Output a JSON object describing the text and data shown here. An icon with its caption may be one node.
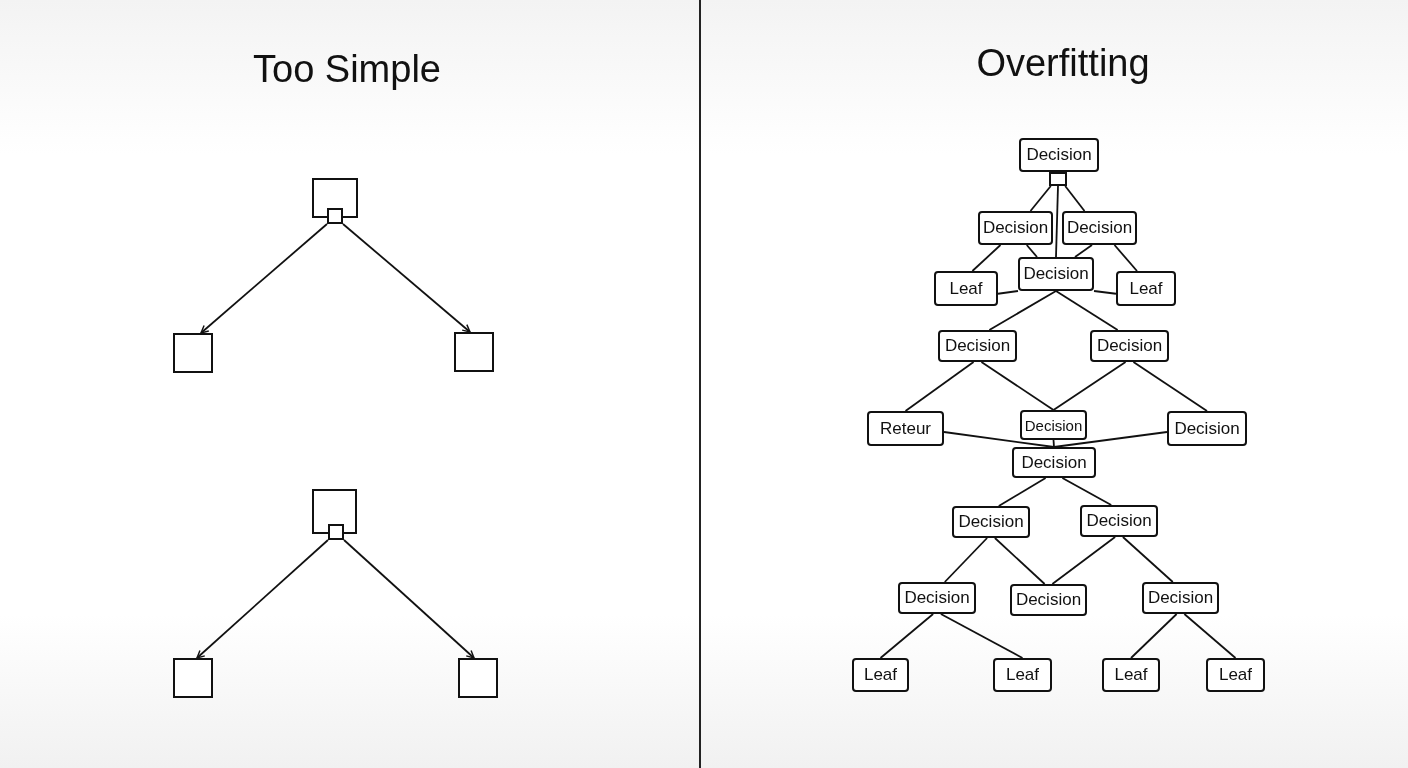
{
  "diagram": {
    "nodes": [
      {
        "text": [],
        "shape": "box"
      },
      {
        "text": [],
        "shape": "box"
      },
      {
        "text": [],
        "shape": "box"
      },
      {
        "text": [],
        "shape": "box"
      },
      {
        "text": [],
        "shape": "box"
      },
      {
        "text": [],
        "shape": "box"
      },
      {
        "text": [],
        "shape": "box"
      },
      {
        "text": [],
        "shape": "box"
      },
      {
        "text": [
          "Decision"
        ]
      },
      {
        "text": [],
        "shape": "box"
      },
      {
        "text": [
          "Decision"
        ]
      },
      {
        "text": [
          "Decision"
        ]
      },
      {
        "text": [
          "Leaf"
        ]
      },
      {
        "text": [
          "Decision"
        ]
      },
      {
        "text": [
          "Leaf"
        ]
      },
      {
        "text": [
          "Decision"
        ]
      },
      {
        "text": [
          "Decision"
        ]
      },
      {
        "text": [
          "Reteur"
        ]
      },
      {
        "text": [
          "Decision"
        ]
      },
      {
        "text": [
          "Decision"
        ]
      },
      {
        "text": [
          "Decision"
        ]
      },
      {
        "text": [
          "Decision"
        ]
      },
      {
        "text": [
          "Decision"
        ]
      },
      {
        "text": [
          "Decision"
        ]
      },
      {
        "text": [
          "Decision"
        ]
      },
      {
        "text": [
          "Decision"
        ]
      },
      {
        "text": [
          "Leaf"
        ]
      },
      {
        "text": [
          "Leaf"
        ]
      },
      {
        "text": [
          "Leaf"
        ]
      },
      {
        "text": [
          "Leaf"
        ]
      }
    ],
    "edges": [
      {
        "from": 1,
        "to": 2,
        "arrow": "to"
      },
      {
        "from": 1,
        "to": 3,
        "arrow": "to"
      },
      {
        "from": 5,
        "to": 6,
        "arrow": "to"
      },
      {
        "from": 5,
        "to": 7,
        "arrow": "to"
      },
      {
        "from": 9,
        "to": 10,
        "arrow": "none"
      },
      {
        "from": 9,
        "to": 11,
        "arrow": "none"
      },
      {
        "from": 9,
        "to": 13,
        "arrow": "none"
      },
      {
        "from": 10,
        "to": 12,
        "arrow": "none"
      },
      {
        "from": 10,
        "to": 13,
        "arrow": "none"
      },
      {
        "from": 11,
        "to": 13,
        "arrow": "none"
      },
      {
        "from": 11,
        "to": 14,
        "arrow": "none"
      },
      {
        "from": 13,
        "to": 12,
        "arrow": "none"
      },
      {
        "from": 13,
        "to": 14,
        "arrow": "none"
      },
      {
        "from": 13,
        "to": 15,
        "arrow": "none"
      },
      {
        "from": 13,
        "to": 16,
        "arrow": "none"
      },
      {
        "from": 15,
        "to": 17,
        "arrow": "none"
      },
      {
        "from": 15,
        "to": 18,
        "arrow": "none"
      },
      {
        "from": 16,
        "to": 18,
        "arrow": "none"
      },
      {
        "from": 16,
        "to": 19,
        "arrow": "none"
      },
      {
        "from": 17,
        "to": 20,
        "arrow": "none"
      },
      {
        "from": 18,
        "to": 20,
        "arrow": "none"
      },
      {
        "from": 19,
        "to": 20,
        "arrow": "none"
      },
      {
        "from": 20,
        "to": 21,
        "arrow": "none"
      },
      {
        "from": 20,
        "to": 22,
        "arrow": "none"
      },
      {
        "from": 21,
        "to": 23,
        "arrow": "none"
      },
      {
        "from": 21,
        "to": 24,
        "arrow": "none"
      },
      {
        "from": 22,
        "to": 24,
        "arrow": "none"
      },
      {
        "from": 22,
        "to": 25,
        "arrow": "none"
      },
      {
        "from": 23,
        "to": 26,
        "arrow": "none"
      },
      {
        "from": 23,
        "to": 27,
        "arrow": "none"
      },
      {
        "from": 25,
        "to": 28,
        "arrow": "none"
      },
      {
        "from": 25,
        "to": 29,
        "arrow": "none"
      }
    ],
    "labels": [
      "Too Simple",
      "Overfitting"
    ]
  }
}
